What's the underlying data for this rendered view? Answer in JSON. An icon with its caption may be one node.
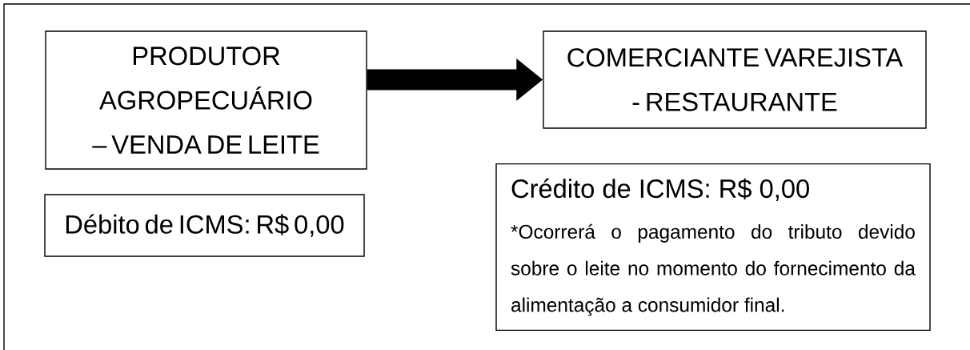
{
  "diagram": {
    "nodes": [
      {
        "text": [
          "PRODUTOR AGROPECUÁRIO – VENDA DE LEITE"
        ]
      },
      {
        "text": [
          "COMERCIANTE VAREJISTA - RESTAURANTE"
        ]
      },
      {
        "text": [
          "Débito de ICMS: R$ 0,00"
        ]
      },
      {
        "text": [
          "Crédito de ICMS: R$ 0,00",
          "*Ocorrerá o pagamento do tributo devido sobre o leite no momento do fornecimento da alimentação a consumidor final."
        ]
      }
    ],
    "edges": [
      {
        "from": 0,
        "to": 1,
        "arrow": "to"
      }
    ]
  }
}
